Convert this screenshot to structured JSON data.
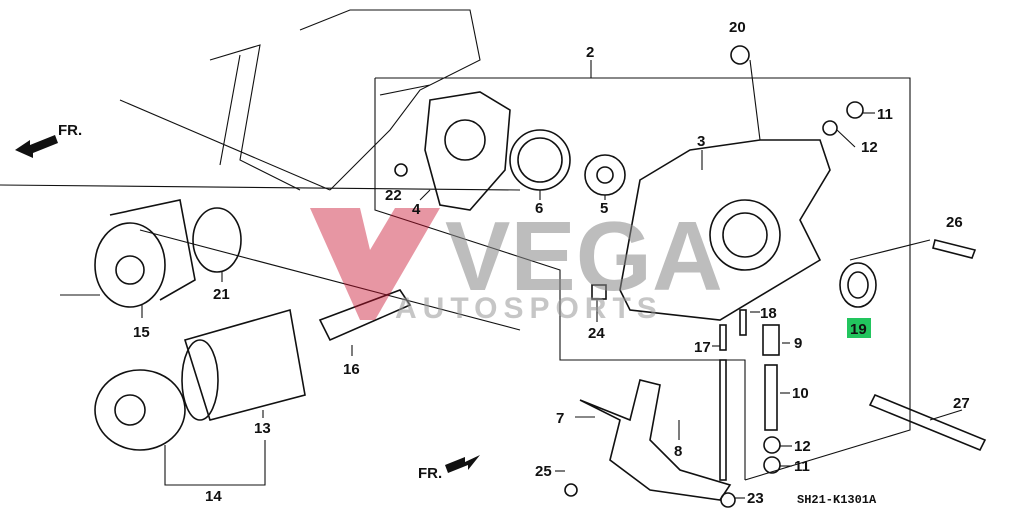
{
  "diagram": {
    "callouts": [
      "2",
      "20",
      "11",
      "12",
      "3",
      "22",
      "4",
      "6",
      "5",
      "26",
      "21",
      "15",
      "24",
      "18",
      "19",
      "9",
      "17",
      "16",
      "10",
      "27",
      "7",
      "13",
      "8",
      "12",
      "11",
      "25",
      "14",
      "23"
    ],
    "highlighted_callout": "19",
    "front_marker": "FR.",
    "drawing_code": "SH21-K1301A"
  },
  "watermark": {
    "brand": "VEGA",
    "sub": "AUTOSPORTS",
    "color": "#c8102e"
  },
  "colors": {
    "highlight": "#22c55e",
    "line": "#111111"
  }
}
